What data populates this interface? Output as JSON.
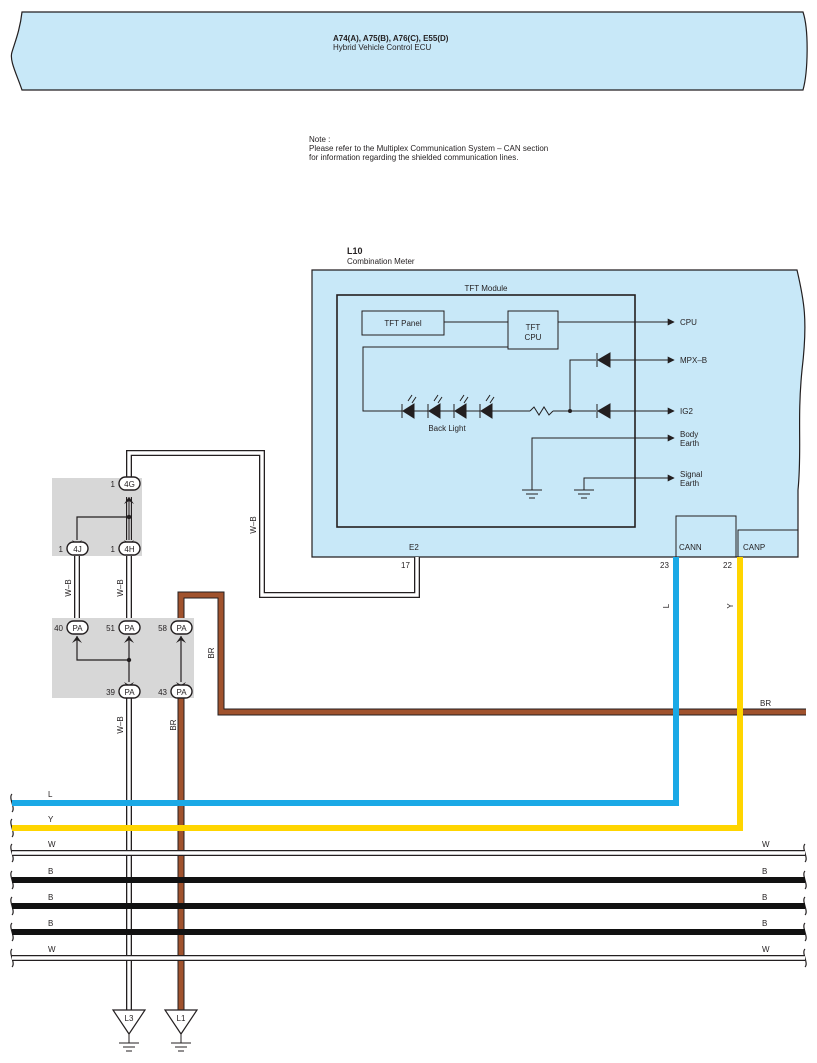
{
  "colors": {
    "component_fill": "#c8e8f8",
    "junction_fill": "#d7d7d7",
    "wire_L": "#1aa9e6",
    "wire_Y": "#ffd500",
    "wire_BR": "#a0522d",
    "wire_B": "#111111",
    "wire_W": "#ffffff",
    "line": "#231f20"
  },
  "ecu": {
    "codes": "A74(A), A75(B), A76(C), E55(D)",
    "name": "Hybrid Vehicle Control ECU"
  },
  "note": {
    "title": "Note :",
    "line1": "Please refer to the Multiplex Communication System – CAN section",
    "line2": "for information regarding the shielded communication lines."
  },
  "meter": {
    "code": "L10",
    "name": "Combination Meter",
    "module_title": "TFT Module",
    "tft_panel": "TFT Panel",
    "tft_cpu_line1": "TFT",
    "tft_cpu_line2": "CPU",
    "backlight": "Back Light",
    "out_cpu": "CPU",
    "out_mpxb": "MPX–B",
    "out_ig2": "IG2",
    "out_body_1": "Body",
    "out_body_2": "Earth",
    "out_signal_1": "Signal",
    "out_signal_2": "Earth",
    "term_e2": "E2",
    "pin_e2": "17",
    "term_cann": "CANN",
    "pin_cann": "23",
    "term_canp": "CANP",
    "pin_canp": "22"
  },
  "junctions": {
    "top": {
      "c1_pin": "1",
      "c1_id": "4G",
      "c2_pin": "1",
      "c2_id": "4J",
      "c3_pin": "1",
      "c3_id": "4H"
    },
    "bottom": {
      "c1_pin": "40",
      "c1_id": "PA",
      "c2_pin": "51",
      "c2_id": "PA",
      "c3_pin": "58",
      "c3_id": "PA",
      "c4_pin": "39",
      "c4_id": "PA",
      "c5_pin": "43",
      "c5_id": "PA"
    }
  },
  "wire_labels": {
    "wb_meter": "W–B",
    "wb_left": "W–B",
    "wb_mid": "W–B",
    "wb_down": "W–B",
    "br_junction": "BR",
    "br_down": "BR",
    "br_right": "BR",
    "l_cann": "L",
    "y_canp": "Y"
  },
  "buses": [
    {
      "left_label": "L",
      "right_label": "",
      "color": "L"
    },
    {
      "left_label": "Y",
      "right_label": "",
      "color": "Y"
    },
    {
      "left_label": "W",
      "right_label": "W",
      "color": "W"
    },
    {
      "left_label": "B",
      "right_label": "B",
      "color": "B"
    },
    {
      "left_label": "B",
      "right_label": "B",
      "color": "B"
    },
    {
      "left_label": "B",
      "right_label": "B",
      "color": "B"
    },
    {
      "left_label": "W",
      "right_label": "W",
      "color": "W"
    }
  ],
  "grounds": {
    "g1": "L3",
    "g2": "L1"
  }
}
